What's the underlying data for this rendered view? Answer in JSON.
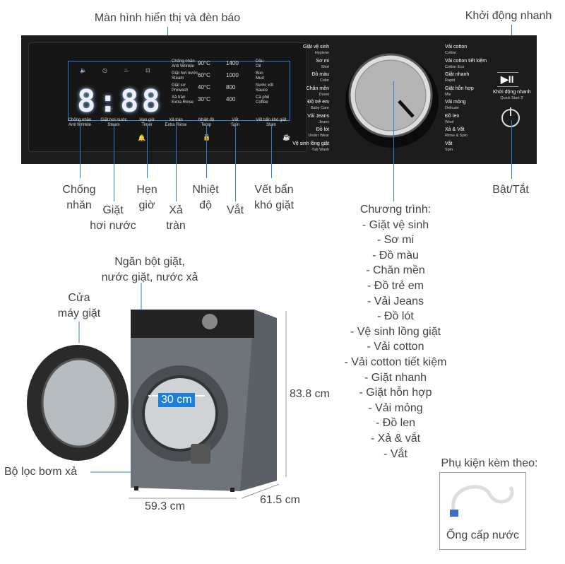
{
  "callouts": {
    "display": "Màn hình hiển thị và đèn báo",
    "quick_start": "Khởi động nhanh",
    "power": "Bật/Tắt",
    "anti_wrinkle": [
      "Chống",
      "nhăn"
    ],
    "steam": [
      "Giặt",
      "hơi nước"
    ],
    "timer": [
      "Hẹn",
      "giờ"
    ],
    "rinse": [
      "Xả",
      "tràn"
    ],
    "temp": [
      "Nhiệt",
      "độ"
    ],
    "spin": "Vắt",
    "stain": [
      "Vết bẩn",
      "khó giặt"
    ],
    "detergent": [
      "Ngăn bột giặt,",
      "nước giặt, nước xả"
    ],
    "door": [
      "Cửa",
      "máy giặt"
    ],
    "filter": "Bộ lọc bơm xả"
  },
  "panel": {
    "display_digits": "8:88",
    "options": [
      [
        "Chống nhăn",
        "Anti Wrinkle"
      ],
      [
        "Giặt hơi nước",
        "Steam"
      ],
      [
        "Giặt sơ",
        "Prewash"
      ],
      [
        "Xả tràn",
        "Extra Rinse"
      ]
    ],
    "temps": [
      "90°C",
      "60°C",
      "40°C",
      "30°C"
    ],
    "speeds": [
      "1400",
      "1000",
      "800",
      "400"
    ],
    "stains": [
      [
        "Dầu",
        "Oil"
      ],
      [
        "Bùn",
        "Mud"
      ],
      [
        "Nước xốt",
        "Sauce"
      ],
      [
        "Cà phê",
        "Coffee"
      ]
    ],
    "buttons": [
      [
        "Chống nhăn",
        "Anti Wrinkle"
      ],
      [
        "Giặt hơi nước",
        "Steam"
      ],
      [
        "Hẹn giờ",
        "Timer"
      ],
      [
        "Xả tràn",
        "Extra Rinse"
      ],
      [
        "Nhiệt độ",
        "Temp"
      ],
      [
        "Vắt",
        "Spin"
      ],
      [
        "Vết bẩn khó giặt",
        "Stain"
      ]
    ],
    "left_programs": [
      [
        "Giặt vệ sinh",
        "Hygiene"
      ],
      [
        "Sơ mi",
        "Shirt"
      ],
      [
        "Đồ màu",
        "Color"
      ],
      [
        "Chăn mền",
        "Duvet"
      ],
      [
        "Đồ trẻ em",
        "Baby Care"
      ],
      [
        "Vải Jeans",
        "Jeans"
      ],
      [
        "Đồ lót",
        "Under Wear"
      ],
      [
        "Vệ sinh lồng giặt",
        "Tub Wash"
      ]
    ],
    "right_programs": [
      [
        "Vải cotton",
        "Cotton"
      ],
      [
        "Vải cotton tiết kiệm",
        "Cotton Eco"
      ],
      [
        "Giặt nhanh",
        "Rapid"
      ],
      [
        "Giặt hỗn hợp",
        "Mix"
      ],
      [
        "Vải mỏng",
        "Delicate"
      ],
      [
        "Đồ len",
        "Wool"
      ],
      [
        "Xả & Vắt",
        "Rinse & Spin"
      ],
      [
        "Vắt",
        "Spin"
      ]
    ],
    "quick_start": [
      "Khởi động nhanh",
      "Quick Start 3'"
    ]
  },
  "programs_title": "Chương trình:",
  "programs": [
    "- Giặt vệ sinh",
    "- Sơ mi",
    "- Đồ màu",
    "- Chăn mền",
    "- Đồ trẻ em",
    "- Vải Jeans",
    "- Đồ lót",
    "- Vệ sinh lồng giặt",
    "- Vải cotton",
    "- Vải cotton tiết kiệm",
    "- Giặt nhanh",
    "- Giặt hỗn hợp",
    "- Vải mỏng",
    "- Đồ len",
    "- Xả & vắt",
    "- Vắt"
  ],
  "dimensions": {
    "drum": "30 cm",
    "height": "83.8 cm",
    "width": "59.3 cm",
    "depth": "61.5 cm"
  },
  "accessory": {
    "title": "Phụ kiện kèm theo:",
    "item": "Ống cấp nước"
  }
}
